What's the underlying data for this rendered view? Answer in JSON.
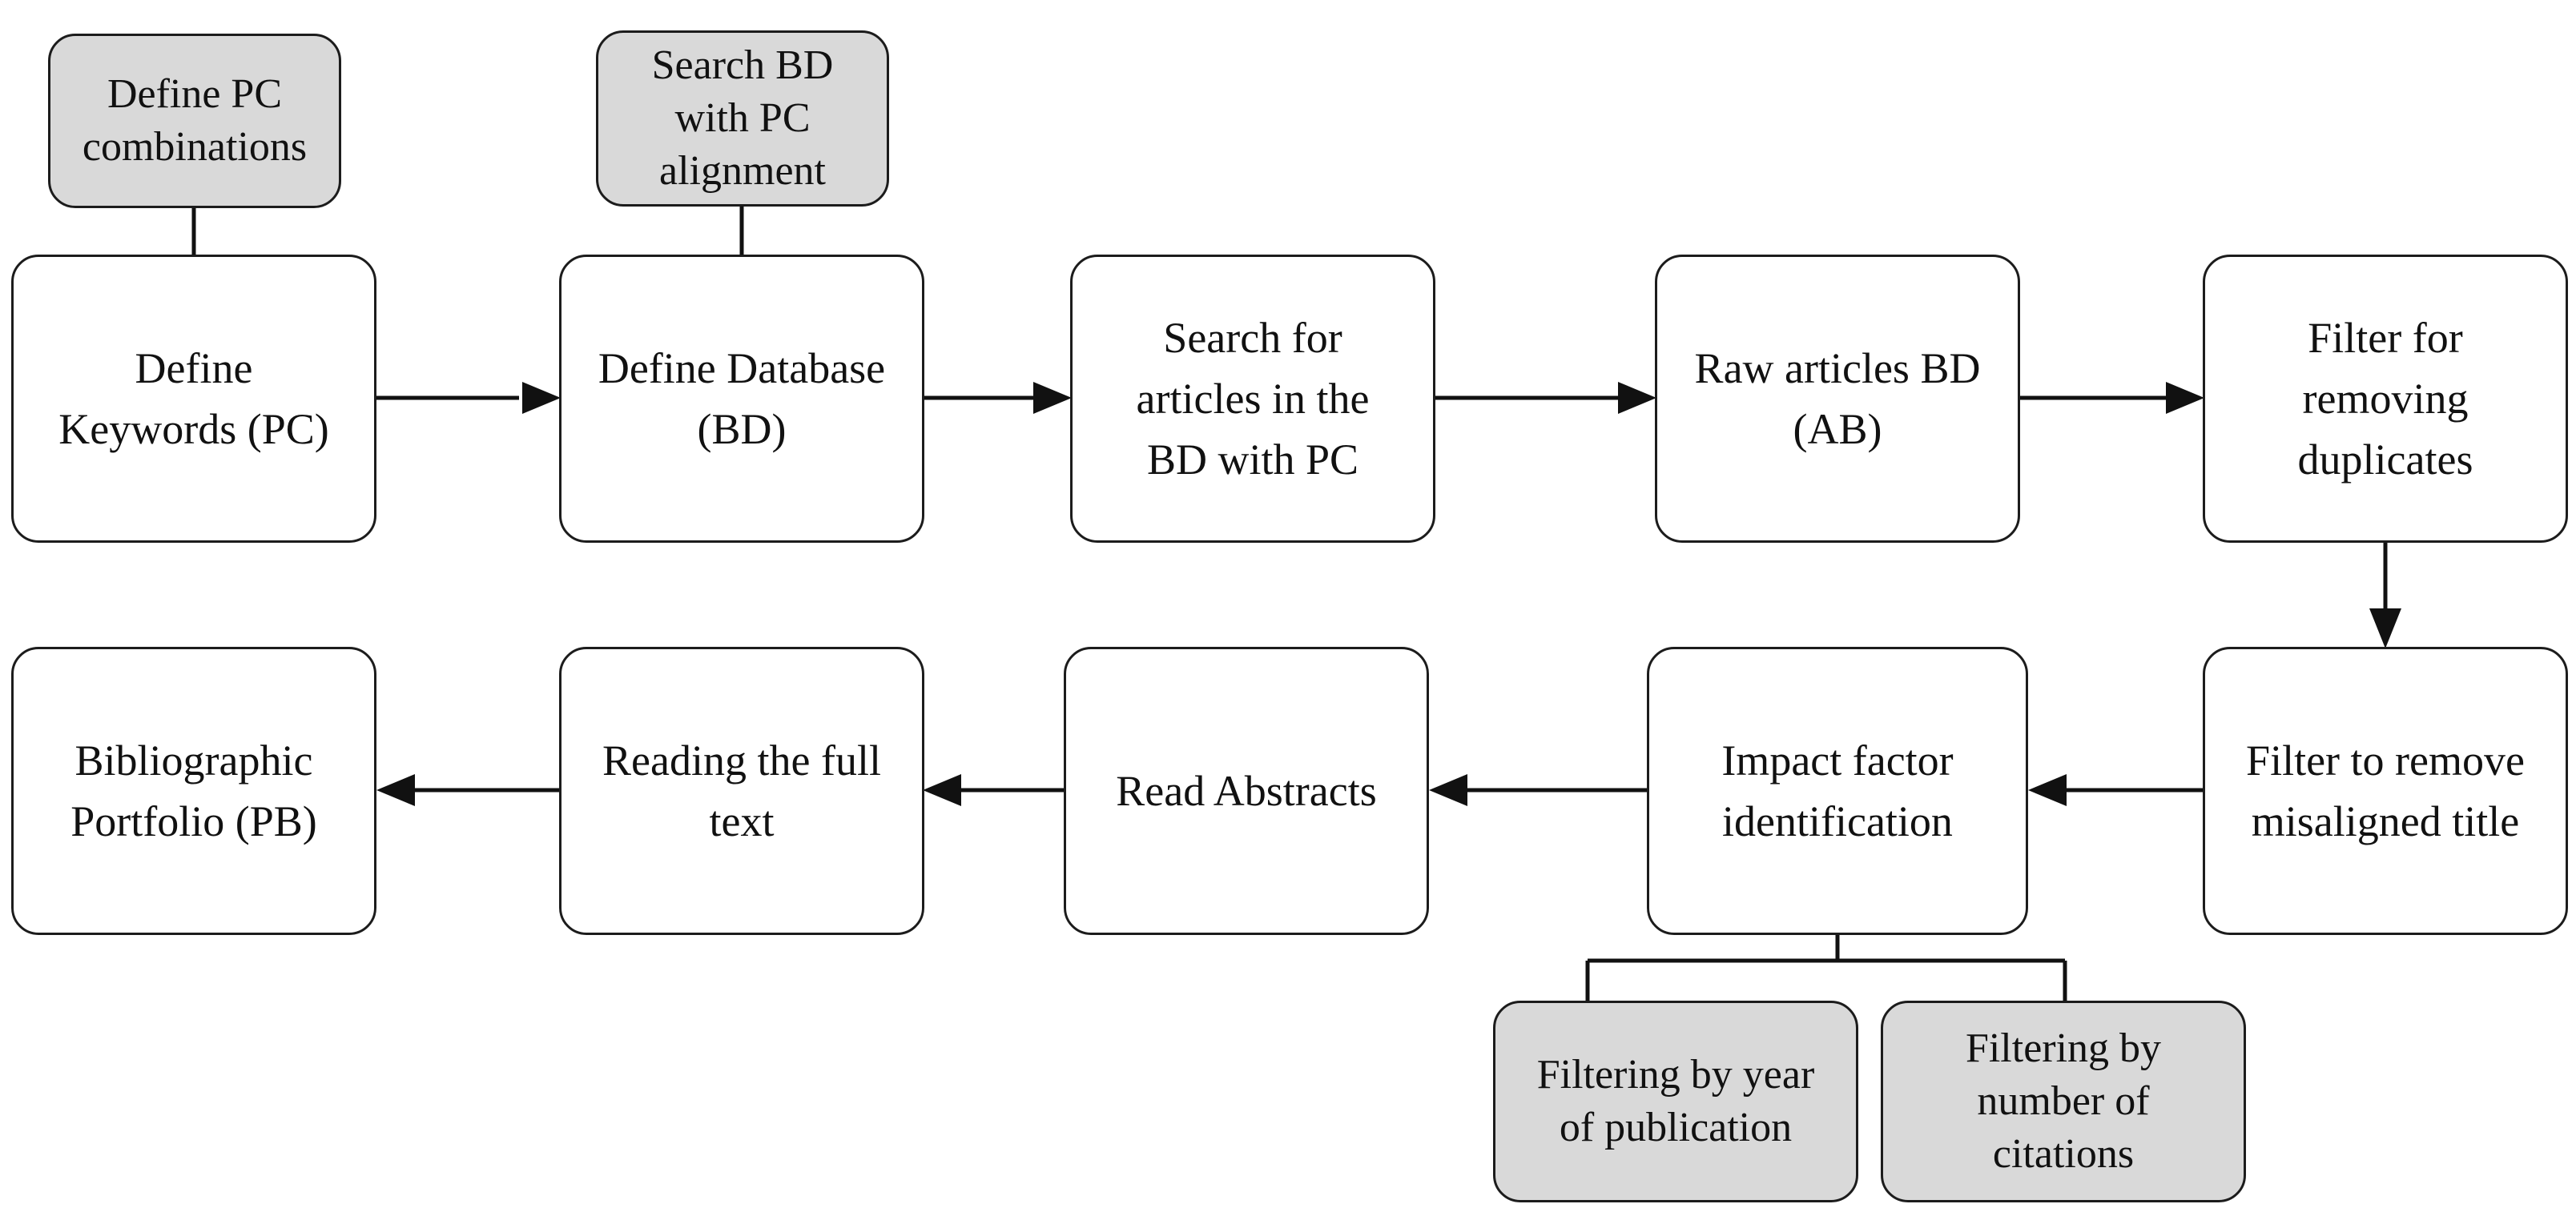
{
  "diagram": {
    "nodes": {
      "define_pc_combinations": {
        "text": "Define PC\ncombinations"
      },
      "search_bd_pc_alignment": {
        "text": "Search BD\nwith PC\nalignment"
      },
      "define_keywords": {
        "text": "Define\nKeywords (PC)"
      },
      "define_database": {
        "text": "Define Database\n(BD)"
      },
      "search_articles": {
        "text": "Search for\narticles in the\nBD with PC"
      },
      "raw_articles": {
        "text": "Raw articles BD\n(AB)"
      },
      "filter_duplicates": {
        "text": "Filter for\nremoving\nduplicates"
      },
      "filter_misaligned": {
        "text": "Filter to remove\nmisaligned title"
      },
      "impact_factor": {
        "text": "Impact factor\nidentification"
      },
      "read_abstracts": {
        "text": "Read Abstracts"
      },
      "reading_full_text": {
        "text": "Reading the full\ntext"
      },
      "bibliographic_portfolio": {
        "text": "Bibliographic\nPortfolio (PB)"
      },
      "filter_year": {
        "text": "Filtering by year\nof publication"
      },
      "filter_citations": {
        "text": "Filtering by\nnumber of\ncitations"
      }
    },
    "edges": [
      {
        "from": "define_keywords",
        "to": "define_database",
        "type": "arrow"
      },
      {
        "from": "define_database",
        "to": "search_articles",
        "type": "arrow"
      },
      {
        "from": "search_articles",
        "to": "raw_articles",
        "type": "arrow"
      },
      {
        "from": "raw_articles",
        "to": "filter_duplicates",
        "type": "arrow"
      },
      {
        "from": "filter_duplicates",
        "to": "filter_misaligned",
        "type": "arrow"
      },
      {
        "from": "filter_misaligned",
        "to": "impact_factor",
        "type": "arrow"
      },
      {
        "from": "impact_factor",
        "to": "read_abstracts",
        "type": "arrow"
      },
      {
        "from": "read_abstracts",
        "to": "reading_full_text",
        "type": "arrow"
      },
      {
        "from": "reading_full_text",
        "to": "bibliographic_portfolio",
        "type": "arrow"
      },
      {
        "from": "define_pc_combinations",
        "to": "define_keywords",
        "type": "line"
      },
      {
        "from": "search_bd_pc_alignment",
        "to": "define_database",
        "type": "line"
      },
      {
        "from": "impact_factor",
        "to": "filter_year",
        "type": "line"
      },
      {
        "from": "impact_factor",
        "to": "filter_citations",
        "type": "line"
      }
    ],
    "colors": {
      "note_fill": "#d9d9d9",
      "stroke": "#1c1c1c",
      "box_fill": "#ffffff"
    }
  }
}
